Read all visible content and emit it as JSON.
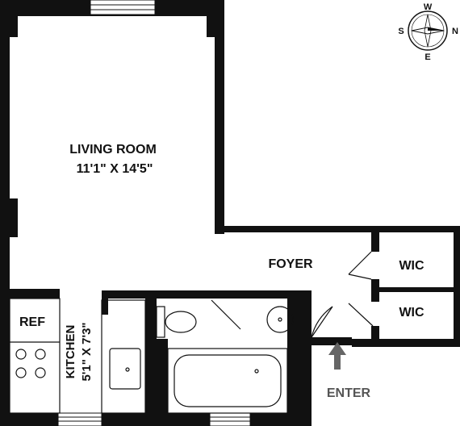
{
  "rooms": {
    "living_room": {
      "name": "LIVING ROOM",
      "dims": "11'1\" X 14'5\""
    },
    "kitchen": {
      "name": "KITCHEN",
      "dims": "5'1\" X 7'3\""
    },
    "foyer": "FOYER",
    "wic_top": "WIC",
    "wic_bottom": "WIC",
    "ref": "REF"
  },
  "entry_label": "ENTER",
  "compass": {
    "n": "N",
    "s": "S",
    "e": "E",
    "w": "W"
  },
  "colors": {
    "wall": "#111111",
    "window": "#ffffff",
    "arrow": "#666666"
  }
}
